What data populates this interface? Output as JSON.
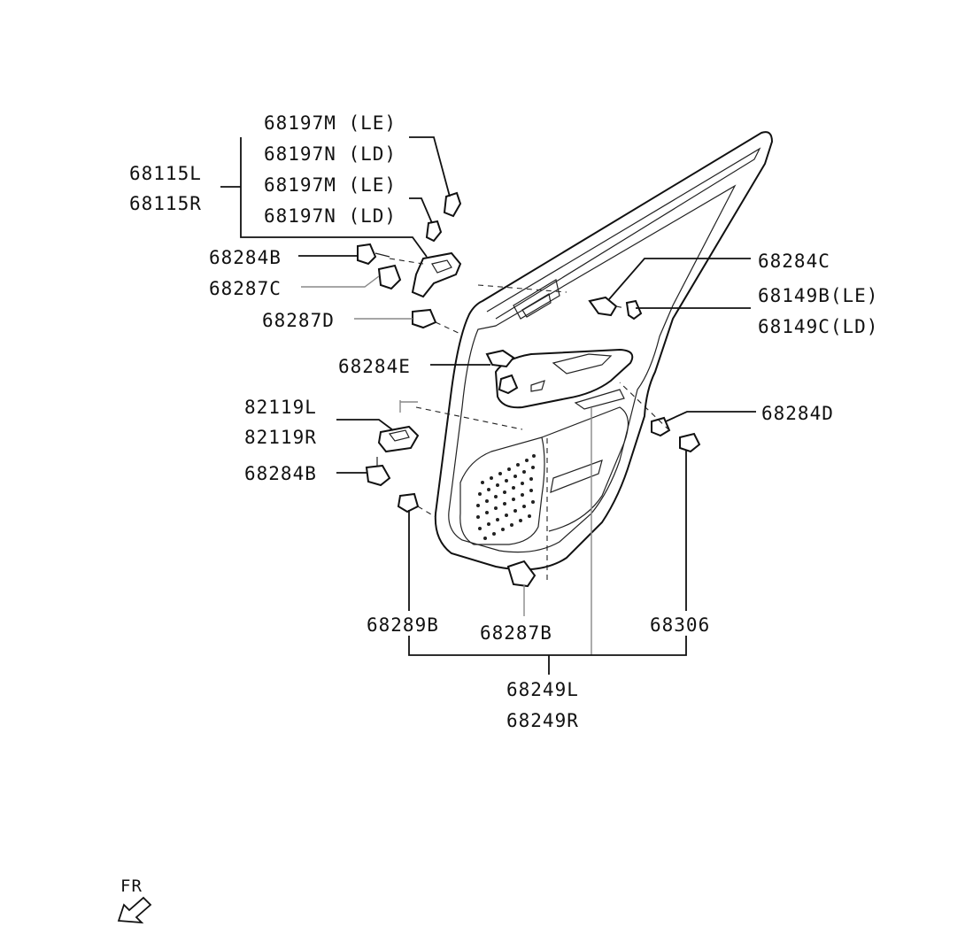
{
  "labels": {
    "p68197M_le_1": "68197M (LE)",
    "p68197N_ld_1": "68197N (LD)",
    "p68197M_le_2": "68197M (LE)",
    "p68197N_ld_2": "68197N (LD)",
    "p68115L": "68115L",
    "p68115R": "68115R",
    "p68284B_top": "68284B",
    "p68287C": "68287C",
    "p68287D": "68287D",
    "p68284E": "68284E",
    "p82119L": "82119L",
    "p82119R": "82119R",
    "p68284B_low": "68284B",
    "p68284C": "68284C",
    "p68149B": "68149B(LE)",
    "p68149C": "68149C(LD)",
    "p68284D": "68284D",
    "p68289B": "68289B",
    "p68287B": "68287B",
    "p68306": "68306",
    "p68249L": "68249L",
    "p68249R": "68249R",
    "fr": "FR"
  },
  "icons": {
    "front_direction": "arrow-down-left-icon"
  }
}
